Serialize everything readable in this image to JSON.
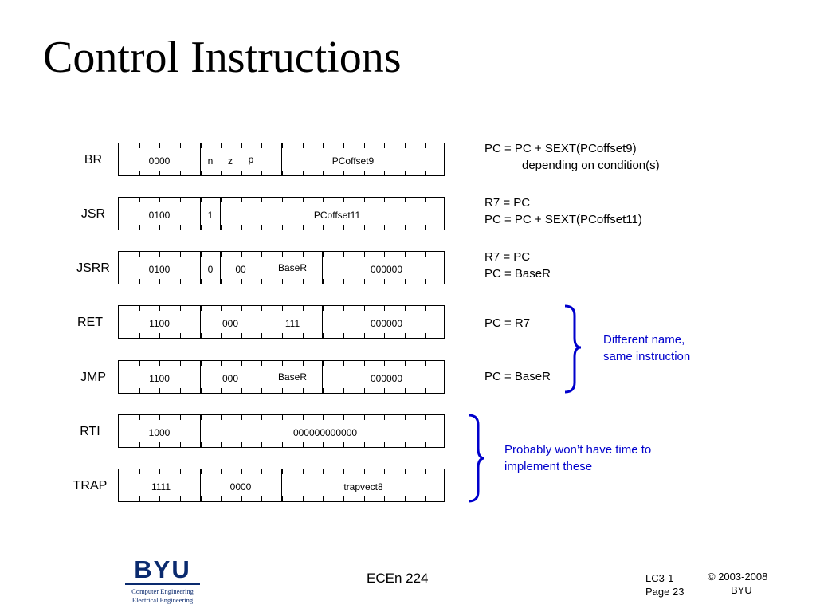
{
  "title": "Control Instructions",
  "instructions": [
    {
      "mnemonic": "BR",
      "fields": [
        "0000",
        "n",
        "z",
        "p",
        "PCoffset9"
      ]
    },
    {
      "mnemonic": "JSR",
      "fields": [
        "0100",
        "1",
        "PCoffset11"
      ]
    },
    {
      "mnemonic": "JSRR",
      "fields": [
        "0100",
        "0",
        "00",
        "BaseR",
        "000000"
      ]
    },
    {
      "mnemonic": "RET",
      "fields": [
        "1100",
        "000",
        "111",
        "000000"
      ]
    },
    {
      "mnemonic": "JMP",
      "fields": [
        "1100",
        "000",
        "BaseR",
        "000000"
      ]
    },
    {
      "mnemonic": "RTI",
      "fields": [
        "1000",
        "000000000000"
      ]
    },
    {
      "mnemonic": "TRAP",
      "fields": [
        "1111",
        "0000",
        "trapvect8"
      ]
    }
  ],
  "descriptions": {
    "br": [
      "PC =  PC + SEXT(PCoffset9)",
      "depending on condition(s)"
    ],
    "jsr": [
      "R7 = PC",
      "PC =  PC + SEXT(PCoffset11)"
    ],
    "jsrr": [
      "R7 = PC",
      "PC = BaseR"
    ],
    "ret": [
      "PC = R7"
    ],
    "jmp": [
      "PC = BaseR"
    ]
  },
  "notes": {
    "ret_jmp": [
      "Different name,",
      "same instruction"
    ],
    "rti_trap": [
      "Probably won’t have time to",
      "implement these"
    ]
  },
  "logo": {
    "name": "BYU",
    "line1": "Computer Engineering",
    "line2": "Electrical Engineering"
  },
  "footer": {
    "course": "ECEn 224",
    "lecture": "LC3-1",
    "page": "Page 23",
    "copyright": "© 2003-2008",
    "org": "BYU"
  },
  "colors": {
    "annotation": "#0000cc",
    "logo": "#0a2a6e"
  }
}
